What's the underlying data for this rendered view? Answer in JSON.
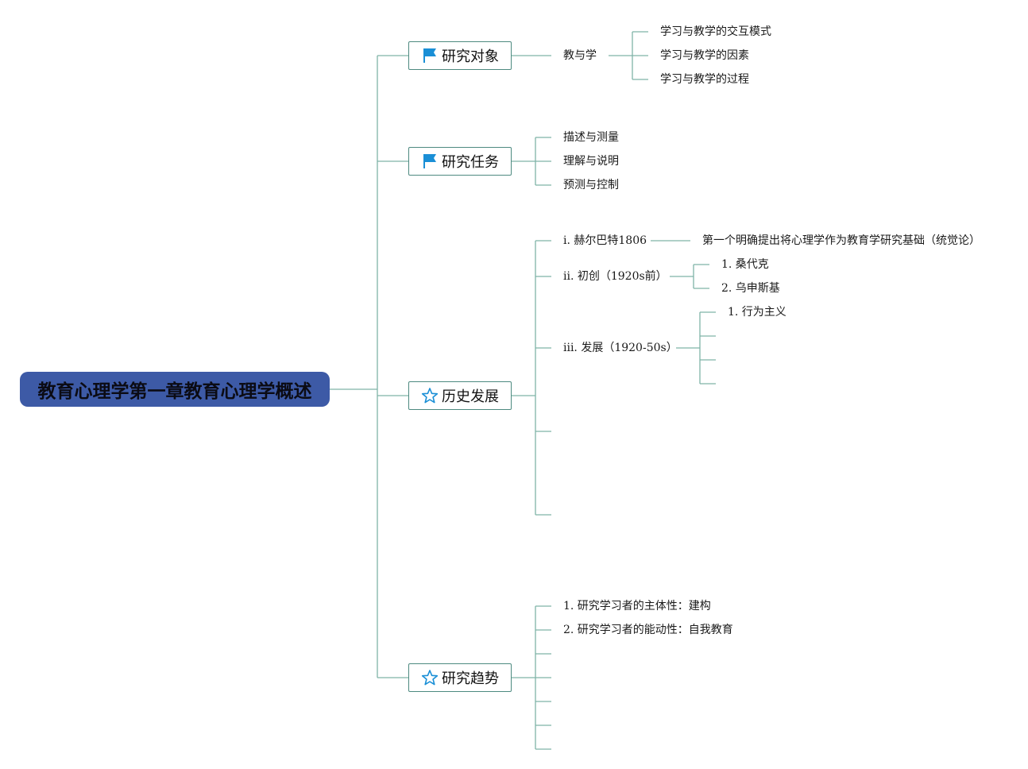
{
  "root": {
    "title": "教育心理学第一章教育心理学概述"
  },
  "colors": {
    "root_bg": "#3d5aa6",
    "line": "#7fb3a8",
    "topic_border": "#4d8a80",
    "icon_blue": "#1a8fd6"
  },
  "topics": [
    {
      "label": "研究对象",
      "icon": "flag-icon"
    },
    {
      "label": "研究任务",
      "icon": "flag-icon"
    },
    {
      "label": "历史发展",
      "icon": "star-icon"
    },
    {
      "label": "研究趋势",
      "icon": "star-icon"
    }
  ],
  "object": {
    "node": "教与学",
    "children": [
      "学习与教学的交互模式",
      "学习与教学的因素",
      "学习与教学的过程"
    ]
  },
  "task": {
    "children": [
      "描述与测量",
      "理解与说明",
      "预测与控制"
    ]
  },
  "history": {
    "i": {
      "label": "i. 赫尔巴特1806",
      "note": "第一个明确提出将心理学作为教育学研究基础（统觉论）"
    },
    "ii": {
      "label": "ii. 初创（1920s前）",
      "children": [
        "1. 桑代克",
        "2. 乌申斯基"
      ]
    },
    "iii": {
      "label": "iii. 发展（1920-50s）",
      "children": [
        "1. 行为主义"
      ]
    }
  },
  "trend": {
    "children": [
      "1. 研究学习者的主体性：建构",
      "2. 研究学习者的能动性：自我教育"
    ]
  }
}
